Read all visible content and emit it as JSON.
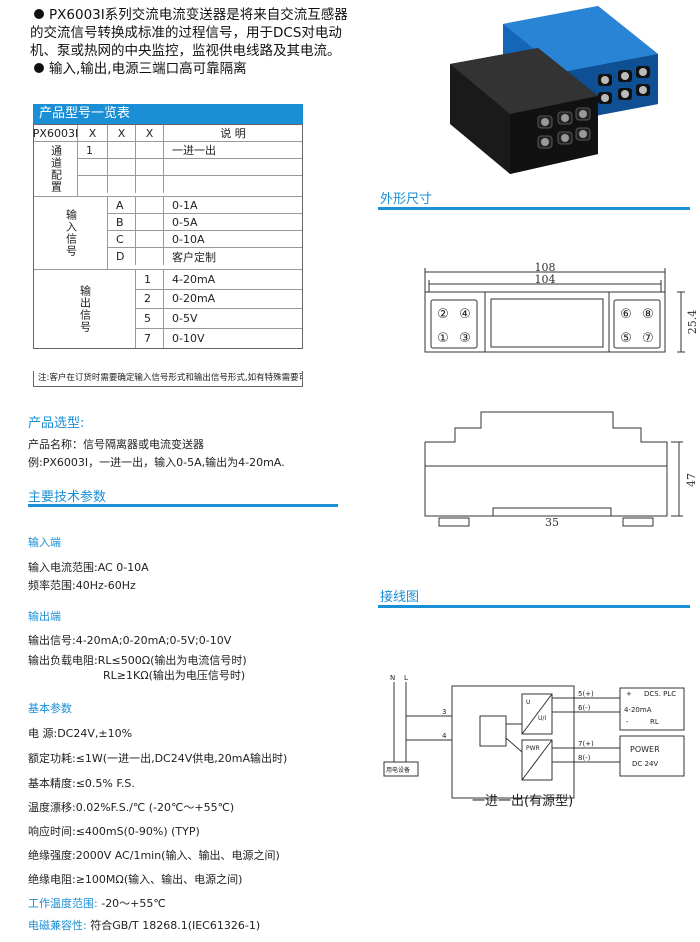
{
  "intro": {
    "line1": "PX6003I系列交流电流变送器是将来自交流互感器",
    "line2": "的交流信号转换成标准的过程信号，用于DCS对电动",
    "line3": "机、泵或热网的中央监控，监视供电线路及其电流。",
    "line4": "输入,输出,电源三端口高可靠隔离"
  },
  "model_table": {
    "title": "产品型号一览表",
    "header": [
      "PX6003I",
      "X",
      "X",
      "X",
      "说    明"
    ],
    "channel_label": "通道配置",
    "channel_rows": [
      [
        "1",
        "",
        "",
        "一进一出"
      ]
    ],
    "input_label": "输入信号",
    "input_rows": [
      [
        "A",
        "0-1A"
      ],
      [
        "B",
        "0-5A"
      ],
      [
        "C",
        "0-10A"
      ],
      [
        "D",
        "客户定制"
      ]
    ],
    "output_label": "输出信号",
    "output_rows": [
      [
        "1",
        "4-20mA"
      ],
      [
        "2",
        "0-20mA"
      ],
      [
        "5",
        "0-5V"
      ],
      [
        "7",
        "0-10V"
      ]
    ],
    "note": "注:客户在订货时需要确定输入信号形式和输出信号形式,如有特殊需要可以定制."
  },
  "selection": {
    "heading": "产品选型:",
    "name_line": "产品名称：信号隔离器或电流变送器",
    "example_line": "例:PX6003I，一进一出，输入0-5A,输出为4-20mA."
  },
  "tech": {
    "heading": "主要技术参数",
    "input_heading": "输入端",
    "input_range": "输入电流范围:AC 0-10A",
    "freq_range": "频率范围:40Hz-60Hz",
    "output_heading": "输出端",
    "output_signal": "输出信号:4-20mA;0-20mA;0-5V;0-10V",
    "load1": "输出负载电阻:RL≤500Ω(输出为电流信号时)",
    "load2": "RL≥1KΩ(输出为电压信号时)",
    "basic_heading": "基本参数",
    "power": "电      源:DC24V,±10%",
    "rated_power": "额定功耗:≤1W(一进一出,DC24V供电,20mA输出时)",
    "accuracy": "基本精度:≤0.5% F.S.",
    "temp_drift": "温度漂移:0.02%F.S./℃  (-20℃～+55℃)",
    "response": "响应时间:≤400mS(0-90%) (TYP)",
    "insulation_strength": "绝缘强度:2000V AC/1min(输入、输出、电源之间)",
    "insulation_resistance": "绝缘电阻:≥100MΩ(输入、输出、电源之间)",
    "op_temp_label": "工作温度范围:",
    "op_temp_value": "-20～+55℃",
    "emc_label": "电磁兼容性:",
    "emc_value": "符合GB/T 18268.1(IEC61326-1)"
  },
  "dimensions": {
    "heading": "外形尺寸",
    "w_outer": "108",
    "w_inner": "104",
    "h_small": "25.4",
    "h_body": "47",
    "rail": "35",
    "terms_left": [
      "②",
      "④",
      "①",
      "③"
    ],
    "terms_right": [
      "⑥",
      "⑧",
      "⑤",
      "⑦"
    ]
  },
  "wiring": {
    "heading": "接线图",
    "caption": "一进一出(有源型)",
    "labels": {
      "n": "N",
      "l": "L",
      "t3": "3",
      "t4": "4",
      "t5": "5(+)",
      "t6": "6(-)",
      "t7": "7(+)",
      "t8": "8(-)",
      "dcs": "DCS. PLC",
      "plus": "+",
      "minus": "-",
      "sig": "4-20mA",
      "rl": "RL",
      "power": "POWER",
      "dc": "DC 24V",
      "load": "用电设备",
      "ui": "U",
      "ui2": "U/I",
      "pwr": "PWR"
    }
  },
  "colors": {
    "accent": "#1a8fd6"
  }
}
